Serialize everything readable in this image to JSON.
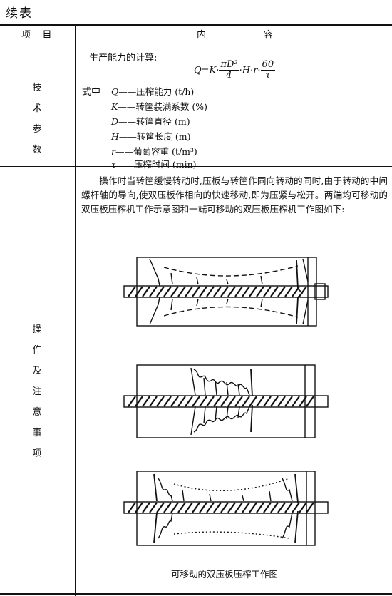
{
  "page_title": "续表",
  "header": {
    "col1": "项    目",
    "col2": "内",
    "col2b": "容"
  },
  "sections": [
    {
      "label_chars": [
        "技",
        "术",
        "参",
        "数"
      ],
      "intro": "生产能力的计算:",
      "formula": {
        "lhs": "Q=K·",
        "f1_num": "πD²",
        "f1_den": "4",
        "mid": "·H·r·",
        "f2_num": "60",
        "f2_den": "τ"
      },
      "where_label": "式中",
      "definitions": [
        {
          "sym": "Q",
          "text": "——压榨能力 (t/h)"
        },
        {
          "sym": "K",
          "text": "——转筐装满系数 (%)"
        },
        {
          "sym": "D",
          "text": "——转筐直径 (m)"
        },
        {
          "sym": "H",
          "text": "——转筐长度 (m)"
        },
        {
          "sym": "r",
          "text": "——葡萄容重 (t/m³)"
        },
        {
          "sym": "τ",
          "text": "——压榨时间 (min)"
        }
      ]
    },
    {
      "label_chars": [
        "操",
        "作",
        "及",
        "注",
        "意",
        "事",
        "项"
      ],
      "paragraph": "操作时当转筐缓慢转动时,压板与转筐作同向转动的同时,由于转动的中间螺杆轴的导向,使双压板作相向的快速移动,即为压紧与松开。两端均可移动的双压板压榨机工作示意图和一端可移动的双压板压榨机工作图如下:",
      "figure_caption": "可移动的双压板压榨工作图"
    }
  ],
  "colors": {
    "ink": "#111111",
    "paper": "#ffffff"
  }
}
